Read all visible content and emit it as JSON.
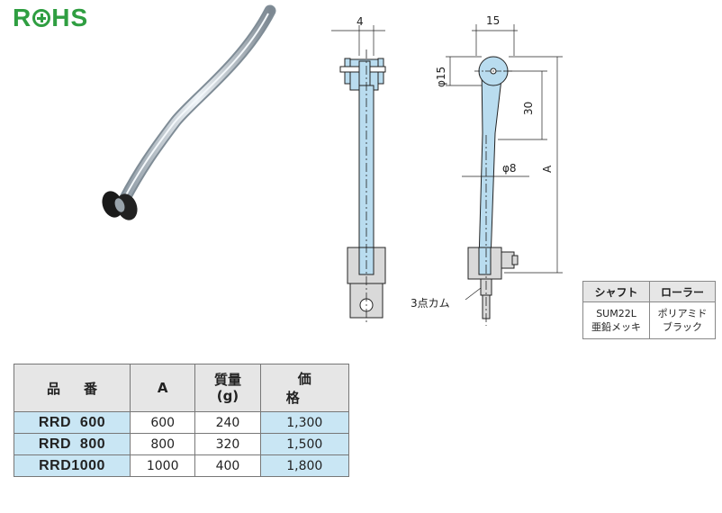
{
  "badge": {
    "text_r": "R",
    "text_hs": "HS"
  },
  "drawing": {
    "dim_width": "4",
    "dim_offset": "15",
    "dim_diameter_roller": "φ15",
    "dim_bend": "30",
    "dim_shaft": "φ8",
    "dim_length": "A",
    "cam_label": "3点カム"
  },
  "material_table": {
    "headers": [
      "シャフト",
      "ローラー"
    ],
    "rows": [
      [
        "SUM22L\n亜鉛メッキ",
        "ポリアミド\nブラック"
      ]
    ]
  },
  "product_table": {
    "headers": {
      "code": "品番",
      "a": "A",
      "weight": "質量\n(g)",
      "price": "価格"
    },
    "rows": [
      {
        "code": "RRD  600",
        "a": "600",
        "weight": "240",
        "price": "1,300"
      },
      {
        "code": "RRD  800",
        "a": "800",
        "weight": "320",
        "price": "1,500"
      },
      {
        "code": "RRD1000",
        "a": "1000",
        "weight": "400",
        "price": "1,800"
      }
    ]
  },
  "colors": {
    "rohs_green": "#2f9e41",
    "highlight_blue": "#c9e6f4",
    "part_blue": "#b9dcef",
    "header_gray": "#e6e6e6"
  }
}
